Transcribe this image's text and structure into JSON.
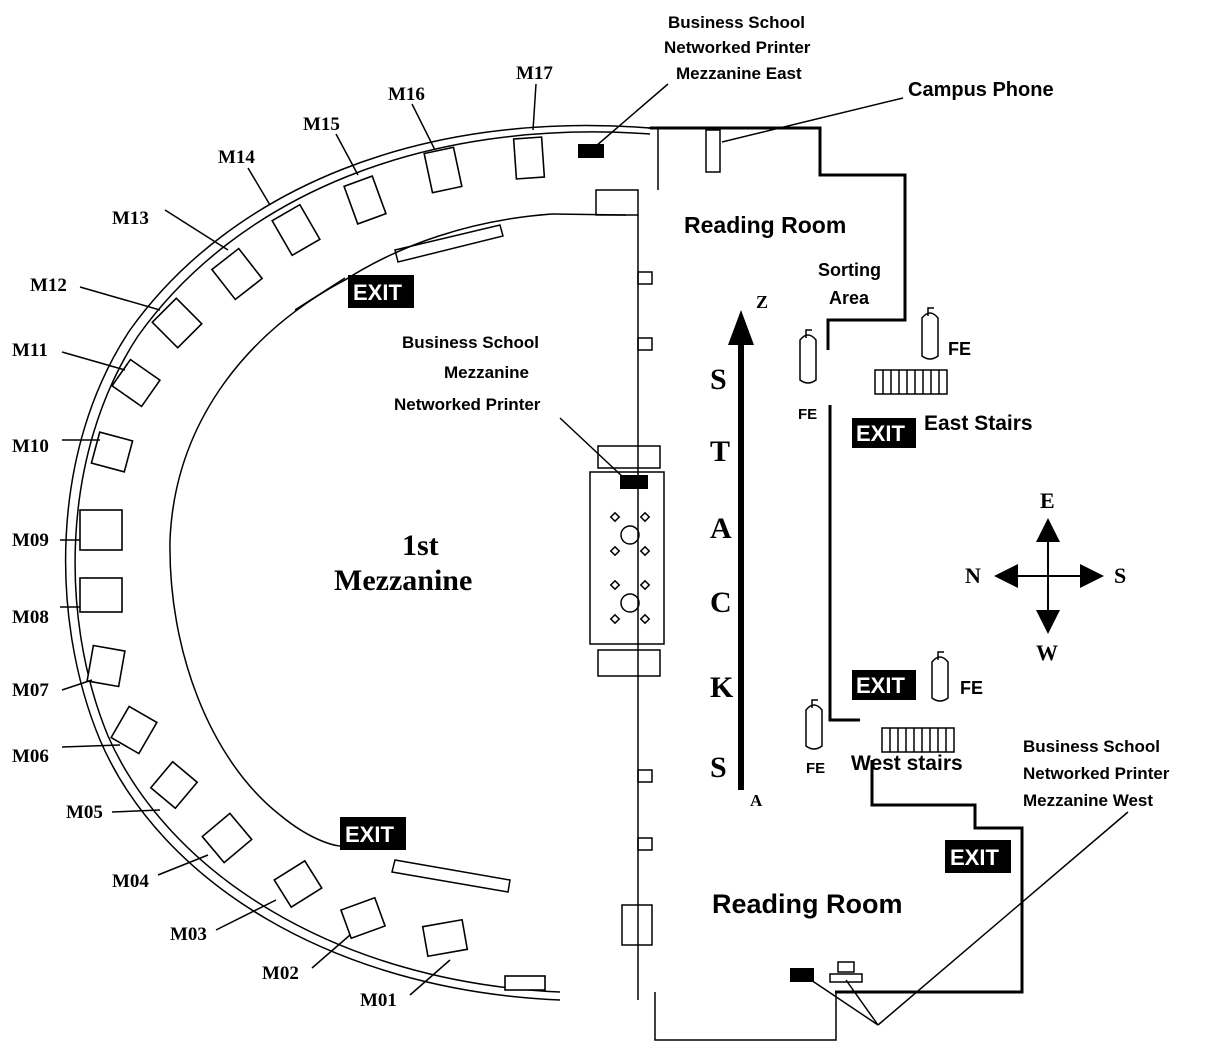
{
  "map": {
    "center_title_line1": "1st",
    "center_title_line2": "Mezzanine",
    "stacks_letters": [
      "S",
      "T",
      "A",
      "C",
      "K",
      "S"
    ],
    "arrow_top_label": "Z",
    "arrow_bottom_label": "A",
    "reading_room_top": "Reading Room",
    "reading_room_bottom": "Reading Room",
    "sorting_area_line1": "Sorting",
    "sorting_area_line2": "Area",
    "east_stairs": "East Stairs",
    "west_stairs": "West stairs",
    "campus_phone": "Campus Phone",
    "exit_label": "EXIT",
    "fe_label": "FE",
    "printer_east": [
      "Business School",
      "Networked Printer",
      "Mezzanine  East"
    ],
    "printer_mezzanine": [
      "Business School",
      "Mezzanine",
      "Networked Printer"
    ],
    "printer_west": [
      "Business School",
      "Networked Printer",
      "Mezzanine West"
    ],
    "compass": {
      "north": "N",
      "south": "S",
      "east": "E",
      "west": "W"
    },
    "workstations": [
      "M01",
      "M02",
      "M03",
      "M04",
      "M05",
      "M06",
      "M07",
      "M08",
      "M09",
      "M10",
      "M11",
      "M12",
      "M13",
      "M14",
      "M15",
      "M16",
      "M17"
    ]
  }
}
